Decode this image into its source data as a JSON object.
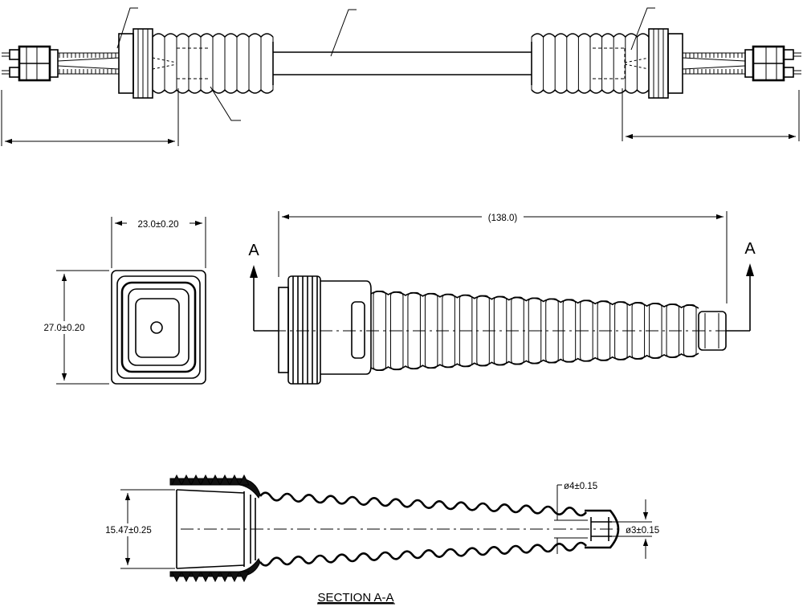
{
  "dimensions": {
    "front_width": "23.0±0.20",
    "front_height": "27.0±0.20",
    "boot_length": "(138.0)",
    "section_bore": "15.47±0.25",
    "tip_outer_dia": "ø4±0.15",
    "tip_inner_dia": "ø3±0.15"
  },
  "section_markers": {
    "left": "A",
    "right": "A"
  },
  "section_caption": "SECTION A-A"
}
